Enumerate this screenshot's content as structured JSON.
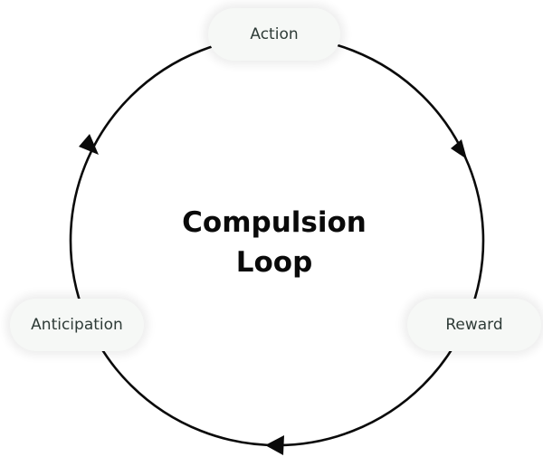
{
  "diagram": {
    "title_lines": [
      "Compulsion",
      "Loop"
    ],
    "nodes": [
      {
        "id": "action",
        "label": "Action"
      },
      {
        "id": "reward",
        "label": "Reward"
      },
      {
        "id": "anticipation",
        "label": "Anticipation"
      }
    ],
    "edges": [
      {
        "from": "action",
        "to": "reward"
      },
      {
        "from": "reward",
        "to": "anticipation"
      },
      {
        "from": "anticipation",
        "to": "action"
      }
    ],
    "colors": {
      "loop_line": "#0a0a0a",
      "node_fill": "#f6f8f6",
      "node_text": "#2e3b37",
      "title_text": "#0a0a0a"
    }
  }
}
